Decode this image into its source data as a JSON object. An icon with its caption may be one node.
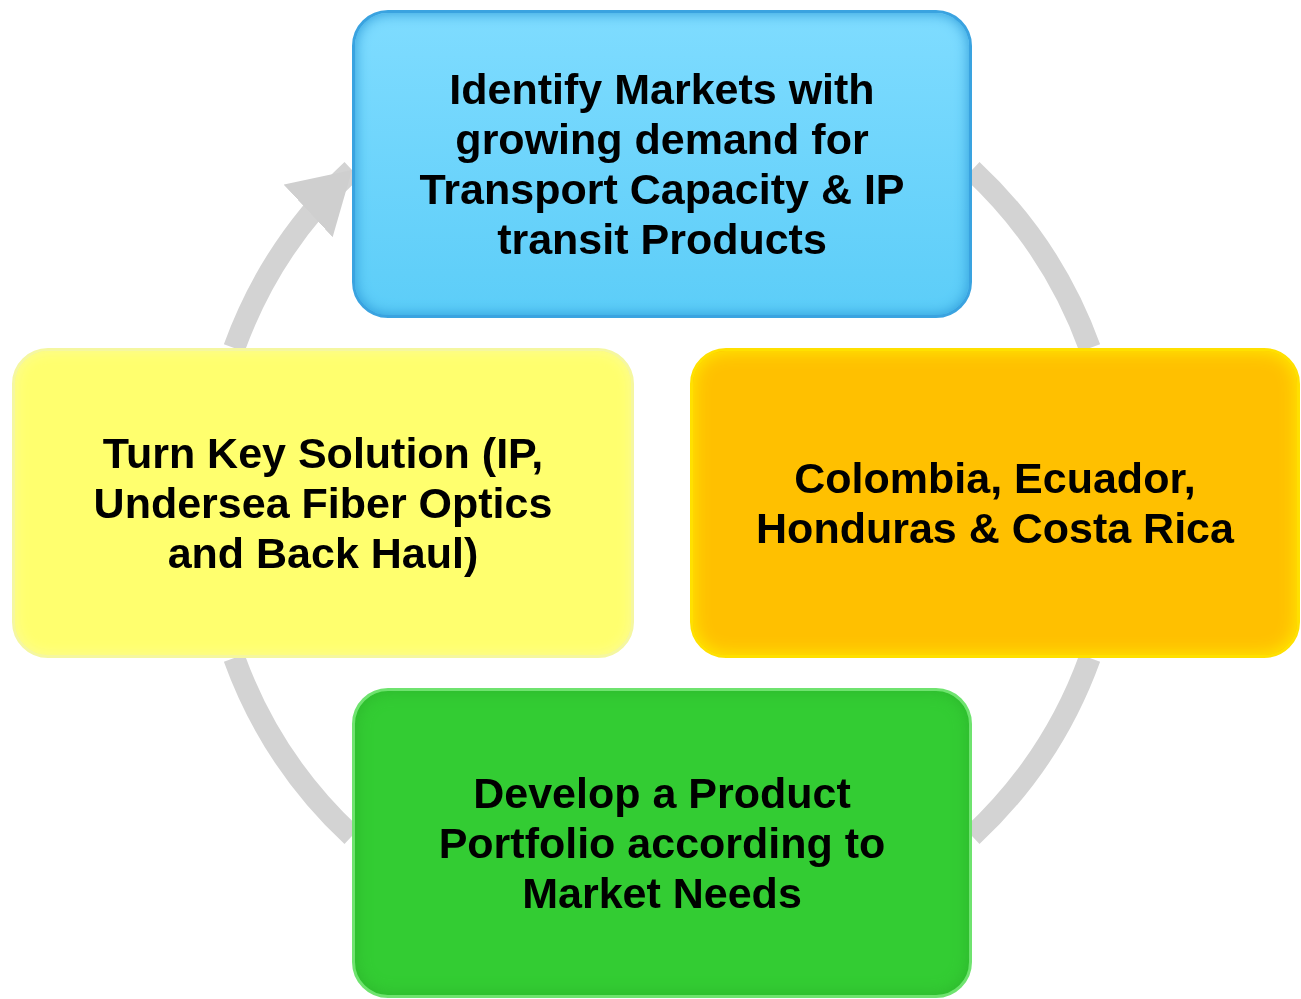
{
  "diagram": {
    "nodes": [
      {
        "text": [
          "Identify Markets with growing demand for Transport Capacity & IP transit Products"
        ]
      },
      {
        "text": [
          "Colombia, Ecuador, Honduras & Costa Rica"
        ]
      },
      {
        "text": [
          "Develop a Product Portfolio according to Market Needs"
        ]
      },
      {
        "text": [
          "Turn Key Solution (IP, Undersea Fiber Optics and Back Haul)"
        ]
      }
    ],
    "edges": [
      {
        "from": 0,
        "to": 1,
        "arrow": "none"
      },
      {
        "from": 1,
        "to": 2,
        "arrow": "none"
      },
      {
        "from": 2,
        "to": 3,
        "arrow": "none"
      },
      {
        "from": 3,
        "to": 0,
        "arrow": "to"
      }
    ]
  }
}
